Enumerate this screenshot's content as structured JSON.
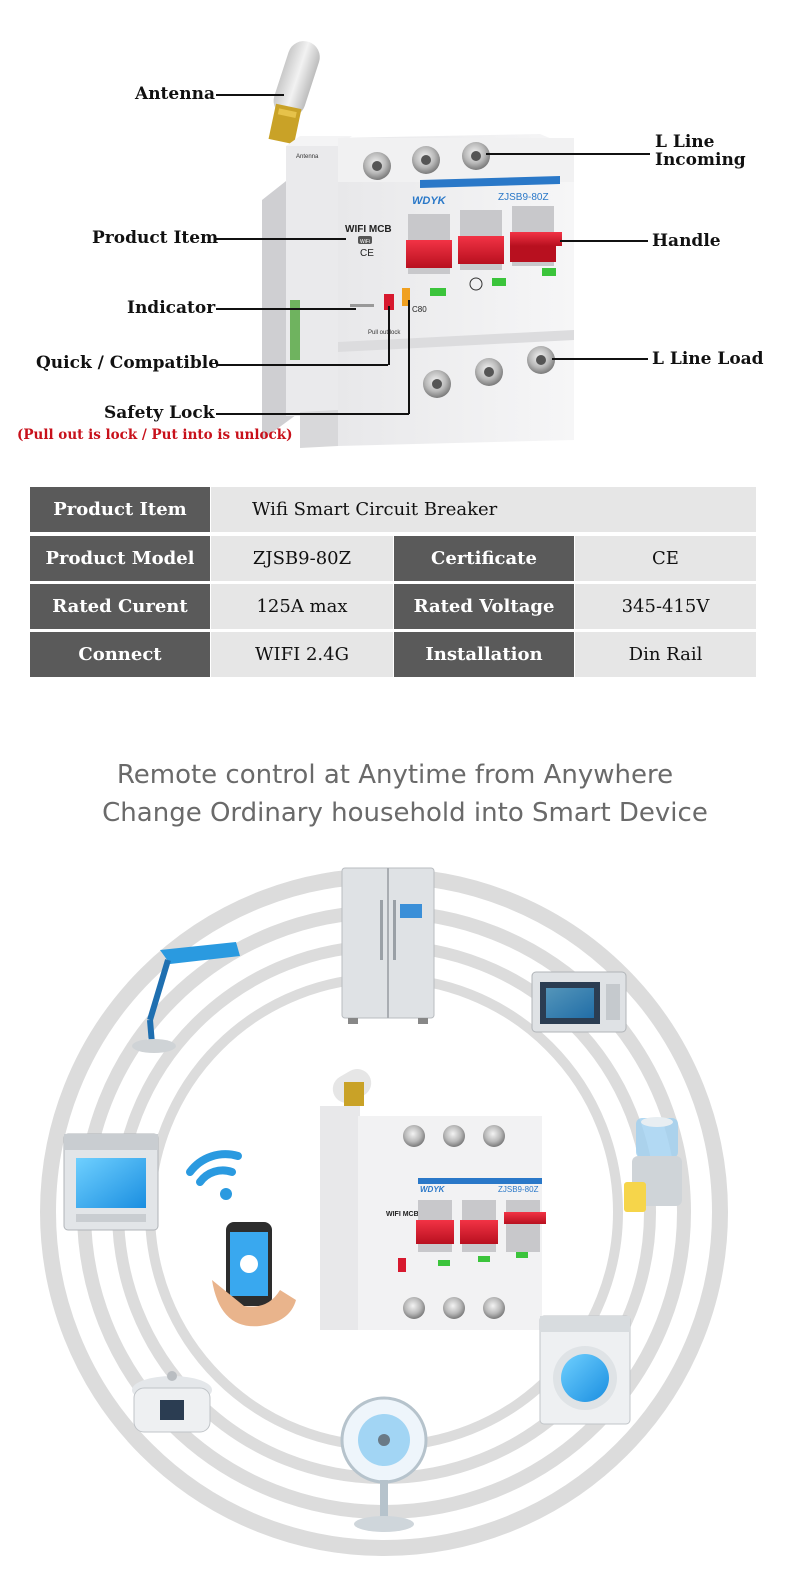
{
  "diagram": {
    "labels": {
      "antenna": "Antenna",
      "product_item": "Product Item",
      "indicator": "Indicator",
      "quick_compatible": "Quick / Compatible",
      "safety_lock": "Safety Lock",
      "safety_lock_note": "(Pull out is lock / Put into is unlock)",
      "l_line_incoming_1": "L Line",
      "l_line_incoming_2": "Incoming",
      "handle": "Handle",
      "l_line_load": "L Line Load"
    },
    "device_print": {
      "brand": "WDYK",
      "model": "ZJSB9-80Z",
      "wifi_mcb": "WIFI MCB",
      "wifi_badge": "WiFi",
      "ce_mark": "CE",
      "antenna_text": "Antenna",
      "rating": "C80",
      "lock_text": "Pull out:lock"
    }
  },
  "spec_table": {
    "rows": [
      {
        "label": "Product Item",
        "value": "Wifi Smart Circuit Breaker"
      },
      {
        "label": "Product Model",
        "value": "ZJSB9-80Z",
        "label2": "Certificate",
        "value2": "CE"
      },
      {
        "label": "Rated Curent",
        "value": "125A max",
        "label2": "Rated Voltage",
        "value2": "345-415V"
      },
      {
        "label": "Connect",
        "value": "WIFI 2.4G",
        "label2": "Installation",
        "value2": "Din Rail"
      }
    ]
  },
  "remote": {
    "headline_1": "Remote control at Anytime from Anywhere",
    "headline_2": "Change Ordinary household into Smart Device"
  },
  "colors": {
    "handle_red": "#d7192e",
    "indicator_green": "#3bc43b",
    "brand_blue": "#2a78c8",
    "table_dark": "#5a5a5a",
    "table_light": "#e6e6e6",
    "note_red": "#c8111b"
  }
}
